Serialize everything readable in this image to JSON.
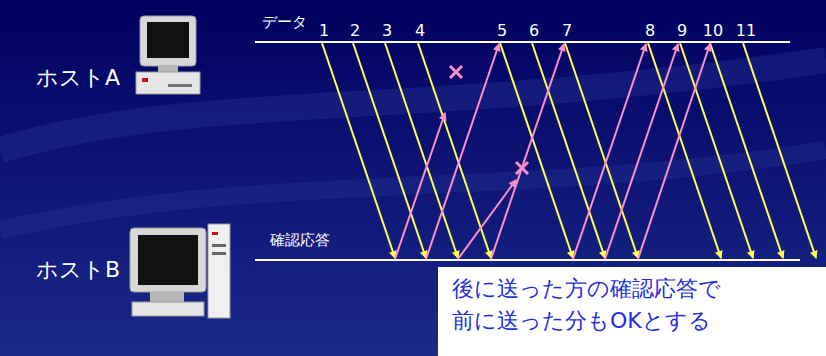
{
  "diagram": {
    "nodes": [
      {
        "text": [
          "後に送った方の確認応答で 前に送った分もOKとする"
        ]
      }
    ],
    "labels": [
      "ホストA",
      "データ",
      "1",
      "2",
      "3",
      "4",
      "5",
      "6",
      "7",
      "8",
      "9",
      "10",
      "11",
      "確認応答",
      "ホストB"
    ]
  }
}
